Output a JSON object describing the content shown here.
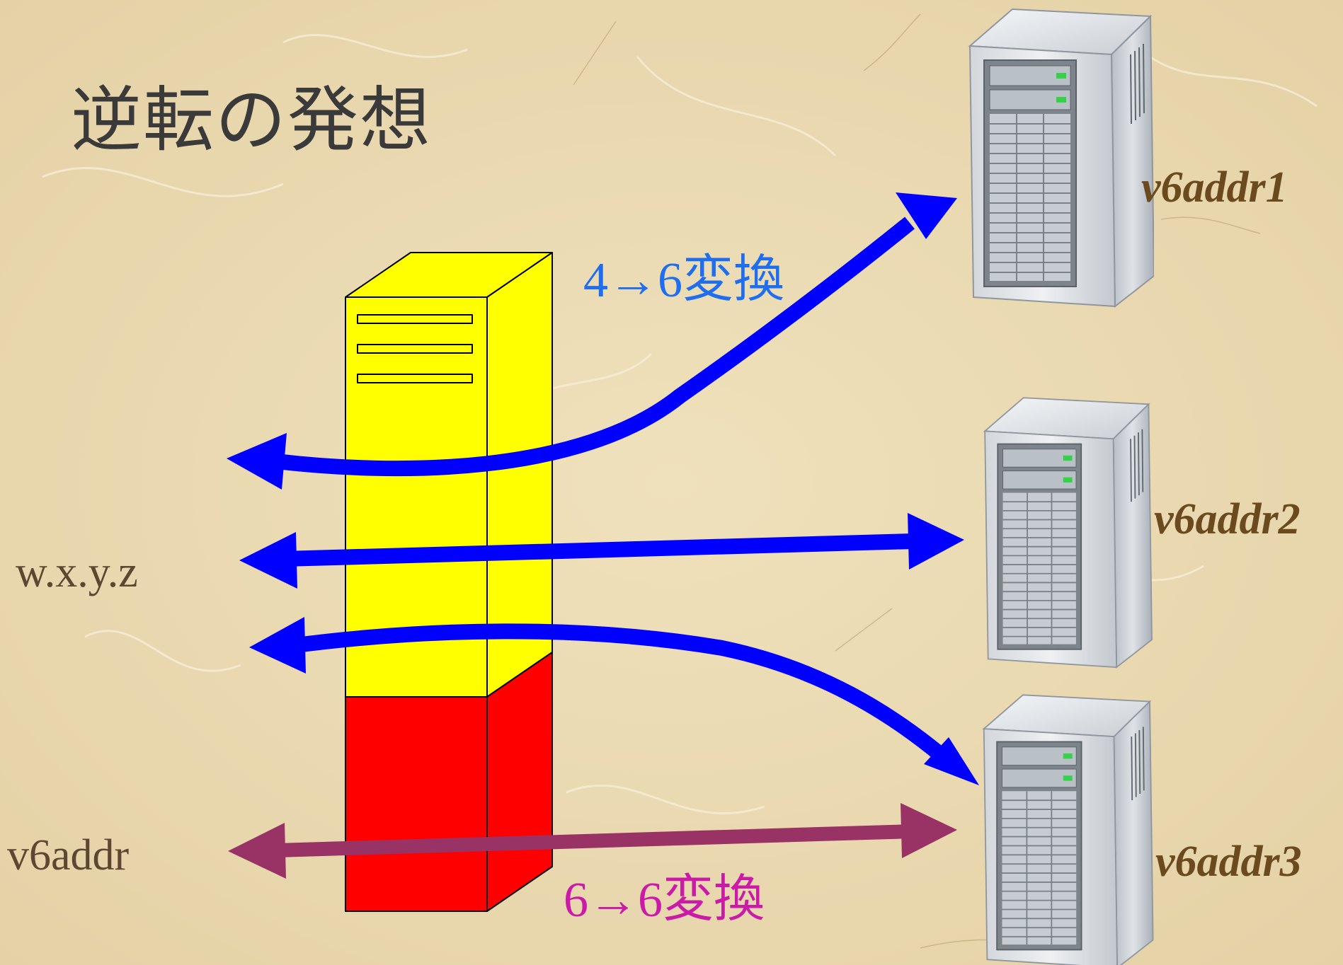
{
  "title": "逆転の発想",
  "arrow_labels": {
    "four_to_six_prefix": "4→6",
    "four_to_six_suffix": "変換",
    "six_to_six_prefix": "6→6",
    "six_to_six_suffix": "変換"
  },
  "client_labels": {
    "ipv4": "w.x.y.z",
    "ipv6": "v6addr"
  },
  "servers": [
    {
      "label": "v6addr1"
    },
    {
      "label": "v6addr2"
    },
    {
      "label": "v6addr3"
    }
  ],
  "colors": {
    "background": "#ecdcb4",
    "title_text": "#3a3a3a",
    "translator_top": "#ffff00",
    "translator_bottom": "#ff0000",
    "ipv4_arrows": "#0000ff",
    "ipv6_arrow": "#993366",
    "label_4to6": "#1f6ef0",
    "label_6to6": "#cc1aa8",
    "server_label": "#6a4a1e",
    "client_label": "#5c4732"
  },
  "icons": [
    "translator-box-icon",
    "server-icon"
  ]
}
